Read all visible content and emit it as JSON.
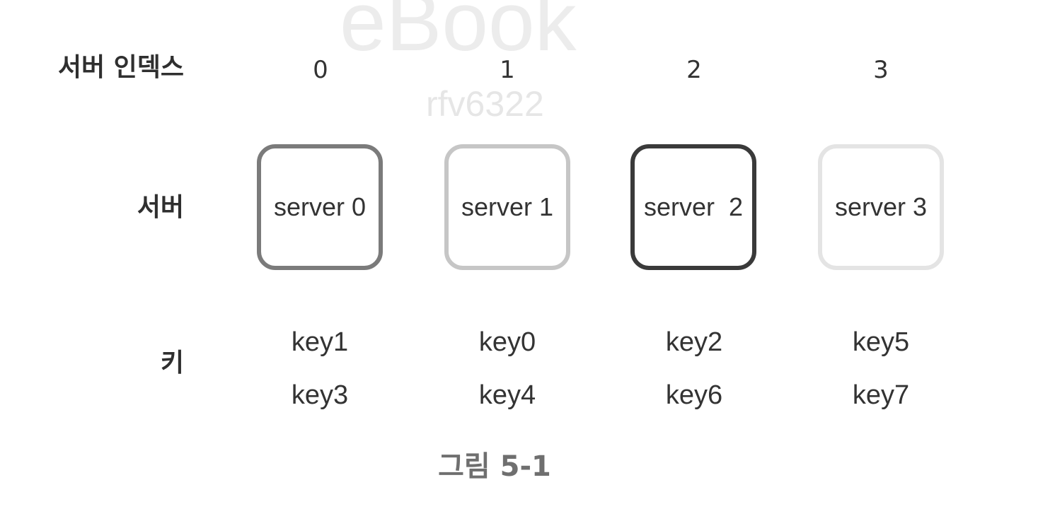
{
  "watermark": {
    "title": "eBook",
    "subtitle": "rfv6322"
  },
  "labels": {
    "server_index": "서버 인덱스",
    "server": "서버",
    "key": "키"
  },
  "columns": [
    {
      "index": "0",
      "server": "server 0",
      "border_color": "#7b7b7b",
      "keys": [
        "key1",
        "key3"
      ]
    },
    {
      "index": "1",
      "server": "server 1",
      "border_color": "#c6c6c6",
      "keys": [
        "key0",
        "key4"
      ]
    },
    {
      "index": "2",
      "server": "server  2",
      "border_color": "#3a3a3a",
      "keys": [
        "key2",
        "key6"
      ]
    },
    {
      "index": "3",
      "server": "server 3",
      "border_color": "#e4e4e4",
      "keys": [
        "key5",
        "key7"
      ]
    }
  ],
  "caption": "그림 5-1"
}
